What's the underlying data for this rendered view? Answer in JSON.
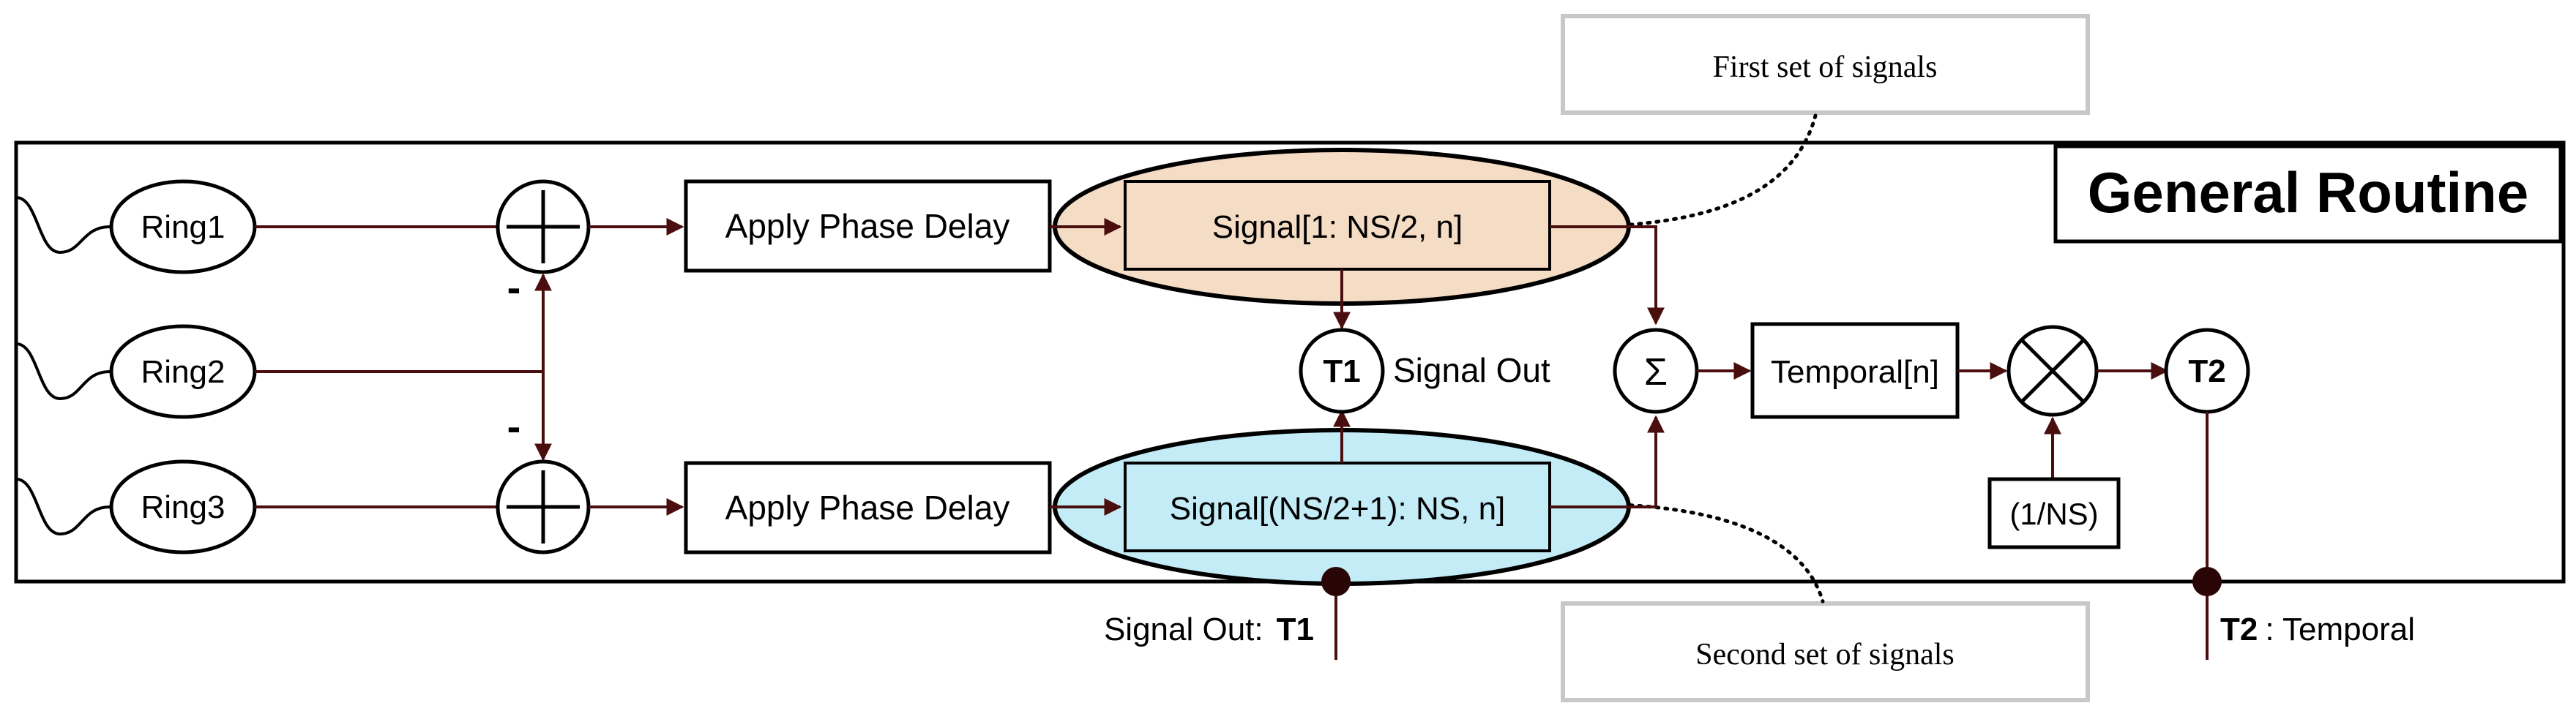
{
  "title": "General Routine",
  "rings": [
    "Ring1",
    "Ring2",
    "Ring3"
  ],
  "minus_sign": "-",
  "phase_delay_label": "Apply Phase Delay",
  "signal_top": "Signal[1: NS/2, n]",
  "signal_bottom": "Signal[(NS/2+1): NS, n]",
  "t1_label": "T1",
  "t2_label": "T2",
  "signal_out_text": "Signal Out",
  "sigma_symbol": "Σ",
  "temporal_box": "Temporal[n]",
  "normalizer": "(1/NS)",
  "callout_first": "First set of signals",
  "callout_second": "Second set of signals",
  "footer_signal_out": "Signal Out:",
  "footer_t1": "T1",
  "footer_t2": "T2",
  "footer_temporal": ": Temporal",
  "colors": {
    "wire": "#4a0e0e",
    "top_ellipse": "#f5dcc4",
    "bottom_ellipse": "#c3ecf7",
    "callout_border": "#c8c8c8"
  }
}
